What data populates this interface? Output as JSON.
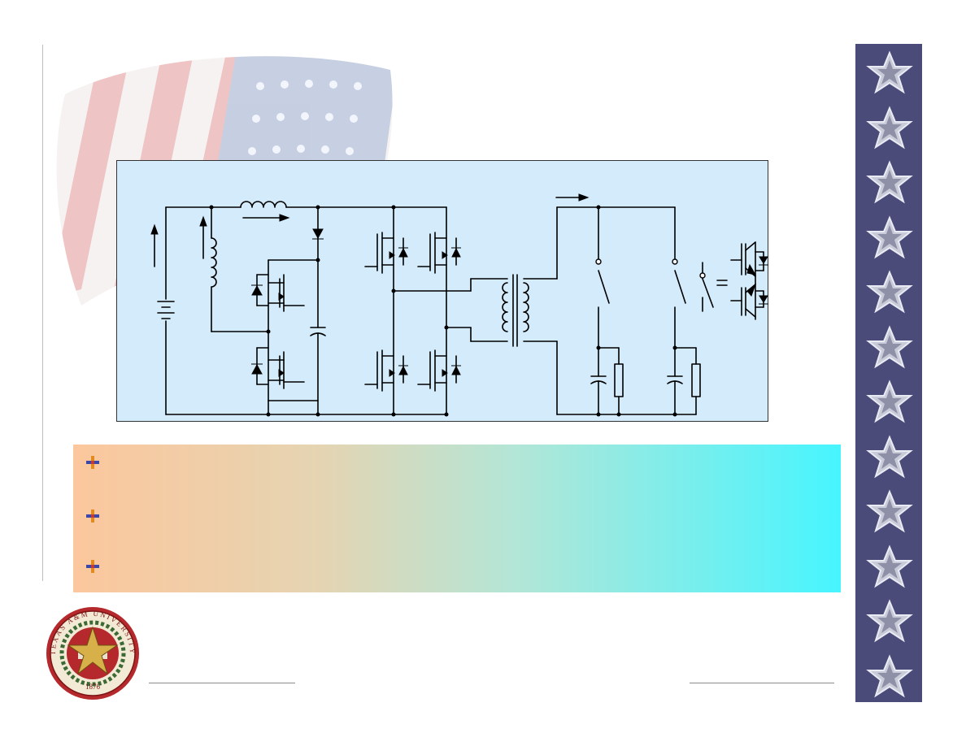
{
  "slide": {
    "star_count": 12,
    "colors": {
      "star_strip": "#4b4b79",
      "diagram_panel": "#d3ebfb",
      "bullet_box_start": "#fcc79d",
      "bullet_box_end": "#47f5ff",
      "seal_red": "#b5282c",
      "seal_gold": "#d8b04a"
    }
  },
  "diagram": {
    "icon": "power-converter-circuit"
  },
  "bullets": {
    "count": 3,
    "icon": "bullet-cross-icon"
  },
  "seal": {
    "university_text": "TEXAS A&M UNIVERSITY",
    "year": "1876"
  }
}
